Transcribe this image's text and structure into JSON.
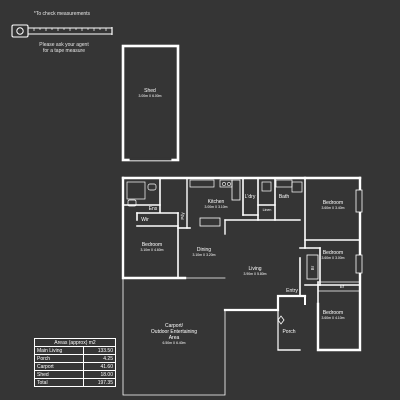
{
  "tape_note": {
    "top": "*To check measurements",
    "bottom_line1": "Please ask your agent",
    "bottom_line2": "for a tape measure"
  },
  "rooms": {
    "shed": {
      "name": "Shed",
      "dim": "3.00m X 6.00m"
    },
    "ens": {
      "name": "Ens"
    },
    "wir": {
      "name": "Wir"
    },
    "bedroom1": {
      "name": "Bedroom",
      "dim": "3.10m X 4.60m"
    },
    "pdy": {
      "name": "Pdy"
    },
    "kitchen": {
      "name": "Kitchen",
      "dim": "3.00m X 3.10m"
    },
    "ldry": {
      "name": "L'dry"
    },
    "bath": {
      "name": "Bath"
    },
    "linen": {
      "name": "Linen"
    },
    "dining": {
      "name": "Dining",
      "dim": "3.10m X 3.20m"
    },
    "living": {
      "name": "Living",
      "dim": "3.90m X 5.80m"
    },
    "bedroom2": {
      "name": "Bedroom",
      "dim": "3.60m X 3.40m"
    },
    "bedroom3": {
      "name": "Bedroom",
      "dim": "3.60m X 3.00m"
    },
    "br1": {
      "name": "Br"
    },
    "br2": {
      "name": "Br"
    },
    "entry": {
      "name": "Entry"
    },
    "bedroom4": {
      "name": "Bedroom",
      "dim": "3.60m X 4.10m"
    },
    "porch": {
      "name": "Porch"
    },
    "carport": {
      "line1": "Carport/",
      "line2": "Outdoor Entertaining",
      "line3": "Area",
      "dim": "6.50m X 6.40m"
    }
  },
  "areas": {
    "header": "Areas (approx) m2",
    "rows": [
      {
        "label": "Main Living",
        "value": "133.50"
      },
      {
        "label": "Porch",
        "value": "4.25"
      },
      {
        "label": "Carport",
        "value": "41.60"
      },
      {
        "label": "Shed",
        "value": "18.00"
      },
      {
        "label": "Total",
        "value": "197.35"
      }
    ]
  },
  "colors": {
    "background": "#353535",
    "lines": "#ffffff"
  }
}
